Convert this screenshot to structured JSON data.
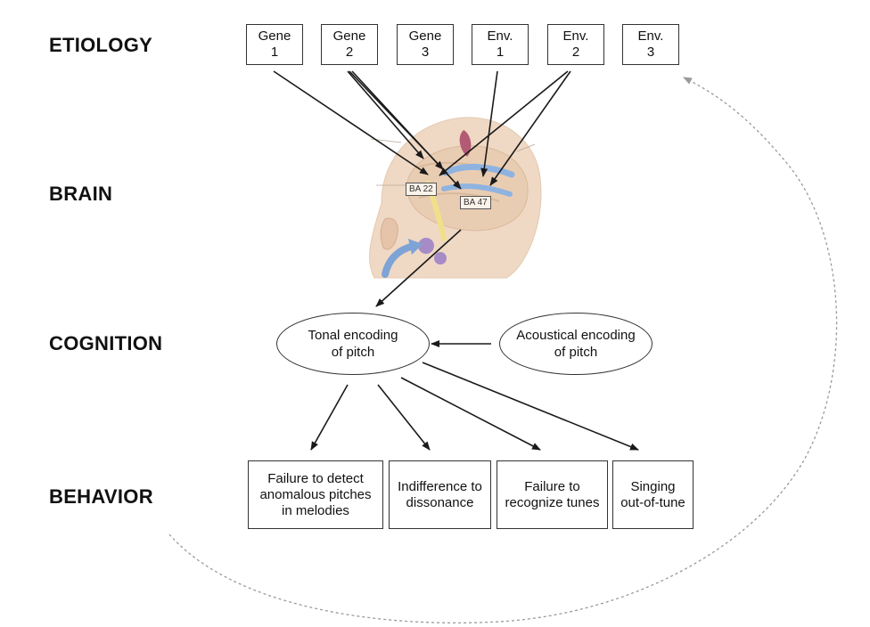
{
  "levels": {
    "etiology": "ETIOLOGY",
    "brain": "BRAIN",
    "cognition": "COGNITION",
    "behavior": "BEHAVIOR"
  },
  "etiology_boxes": [
    {
      "label": "Gene\n1"
    },
    {
      "label": "Gene\n2"
    },
    {
      "label": "Gene\n3"
    },
    {
      "label": "Env.\n1"
    },
    {
      "label": "Env.\n2"
    },
    {
      "label": "Env.\n3"
    }
  ],
  "brain": {
    "area_a": "BA 22",
    "area_b": "BA 47"
  },
  "cognition": {
    "tonal": "Tonal encoding\nof pitch",
    "acoustical": "Acoustical encoding\nof pitch"
  },
  "behavior_boxes": [
    {
      "label": "Failure to detect\nanomalous pitches\nin melodies"
    },
    {
      "label": "Indifference to\ndissonance"
    },
    {
      "label": "Failure to\nrecognize tunes"
    },
    {
      "label": "Singing\nout-of-tune"
    }
  ],
  "colors": {
    "line": "#1a1a1a",
    "dashed": "#9a9a9a",
    "brain_skin": "#efd9c4",
    "brain_blue": "#8fb3e0",
    "brain_yellow": "#f1e08a",
    "brain_red": "#b35a75"
  }
}
